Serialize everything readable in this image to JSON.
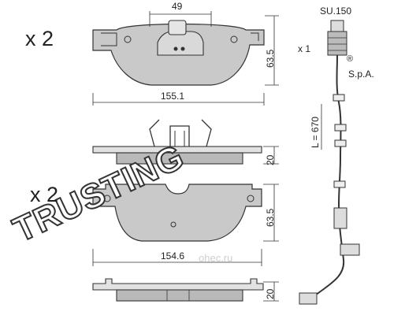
{
  "labels": {
    "qty_top": "x 2",
    "qty_bottom": "x 2",
    "sensor_qty": "x 1",
    "sensor_code": "SU.150",
    "sensor_length": "L = 670",
    "brand": "TRUSTING",
    "brand_reg": "®",
    "brand_suffix": "S.p.A.",
    "watermark": "ohec.ru"
  },
  "dimensions": {
    "top_clip_width": "49",
    "top_pad_height": "63.5",
    "top_pad_width": "155.1",
    "top_thickness": "20",
    "bottom_pad_height": "63.5",
    "bottom_pad_width": "154.6",
    "bottom_thickness": "20"
  },
  "colors": {
    "pad_fill": "#c9c9c9",
    "line": "#333333"
  }
}
